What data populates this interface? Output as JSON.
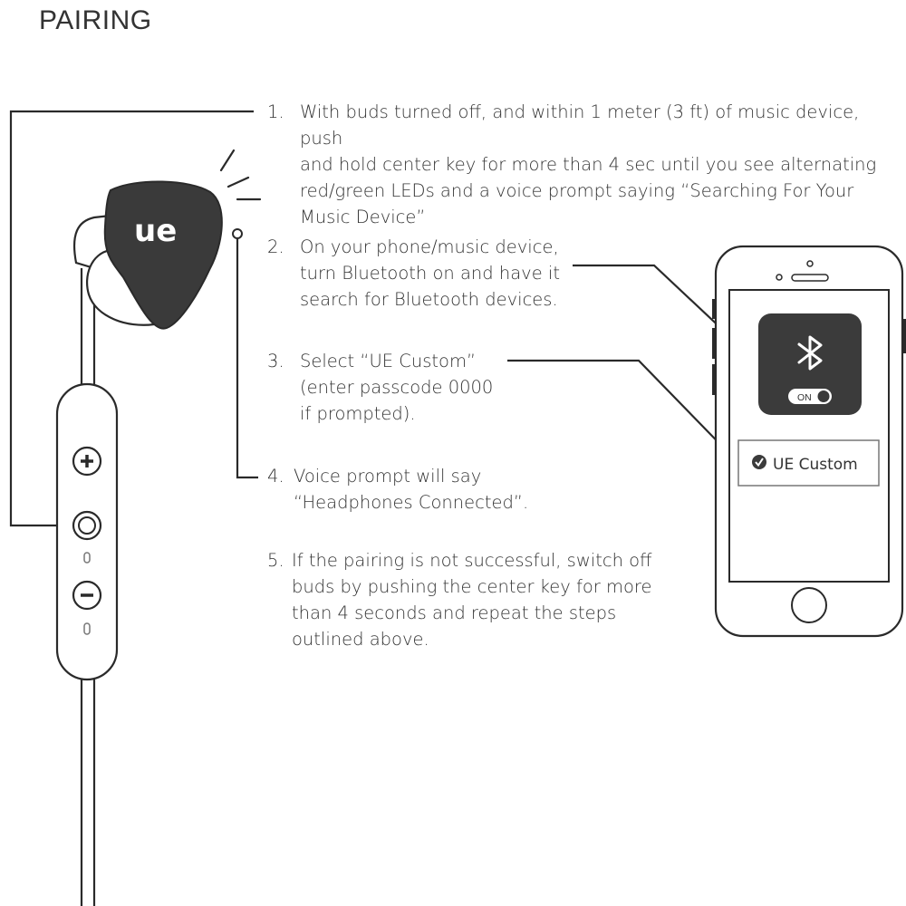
{
  "title": "PAIRING",
  "steps": [
    {
      "number": "1.",
      "text": "With buds turned off, and within 1 meter (3 ft) of music device, push\nand hold center key for more than 4 sec until you see alternating\nred/green LEDs and a voice prompt saying “Searching For Your\nMusic Device”"
    },
    {
      "number": "2.",
      "text": "On your phone/music device,\nturn Bluetooth on and have it\nsearch for Bluetooth devices."
    },
    {
      "number": "3.",
      "text": "Select “UE Custom”\n(enter passcode 0000\nif prompted)."
    },
    {
      "number": "4.",
      "text": "Voice prompt will say\n“Headphones Connected”."
    },
    {
      "number": "5.",
      "text": "If the pairing is not successful, switch off\nbuds by pushing the center key for more\nthan 4 seconds and repeat the steps\noutlined above."
    }
  ],
  "earbud": {
    "logo": "ue"
  },
  "remote": {
    "buttons": [
      "plus-icon",
      "center-key",
      "minus-icon"
    ]
  },
  "phone": {
    "bluetooth_icon": "bluetooth-icon",
    "toggle_label": "ON",
    "device_name": "UE Custom",
    "device_icon": "check-circle-icon"
  },
  "colors": {
    "line": "#2a2a2a",
    "panel": "#3b3b3b",
    "text": "#333333",
    "earbud": "#3a3a3a"
  }
}
